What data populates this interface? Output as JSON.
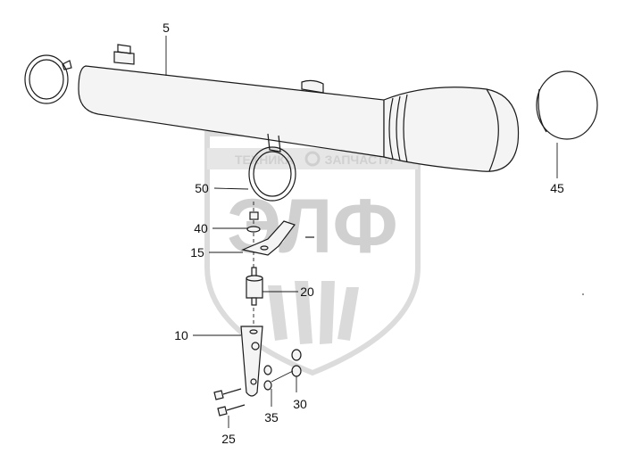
{
  "watermark": {
    "line1_left": "ТЕХНИКА",
    "line1_right": "ЗАПЧАСТИ",
    "logo": "ЭЛФ"
  },
  "labels": {
    "pipe": "5",
    "end_cap": "45",
    "clamp": "50",
    "washer_nut": "40",
    "bracket_plate": "15",
    "isolator": "20",
    "support_bar": "10",
    "bolts": "25",
    "washers": "35",
    "nuts": "30"
  },
  "colors": {
    "line": "#1a1a1a",
    "part_fill": "#f4f4f4",
    "watermark": "#d9d9d9"
  }
}
